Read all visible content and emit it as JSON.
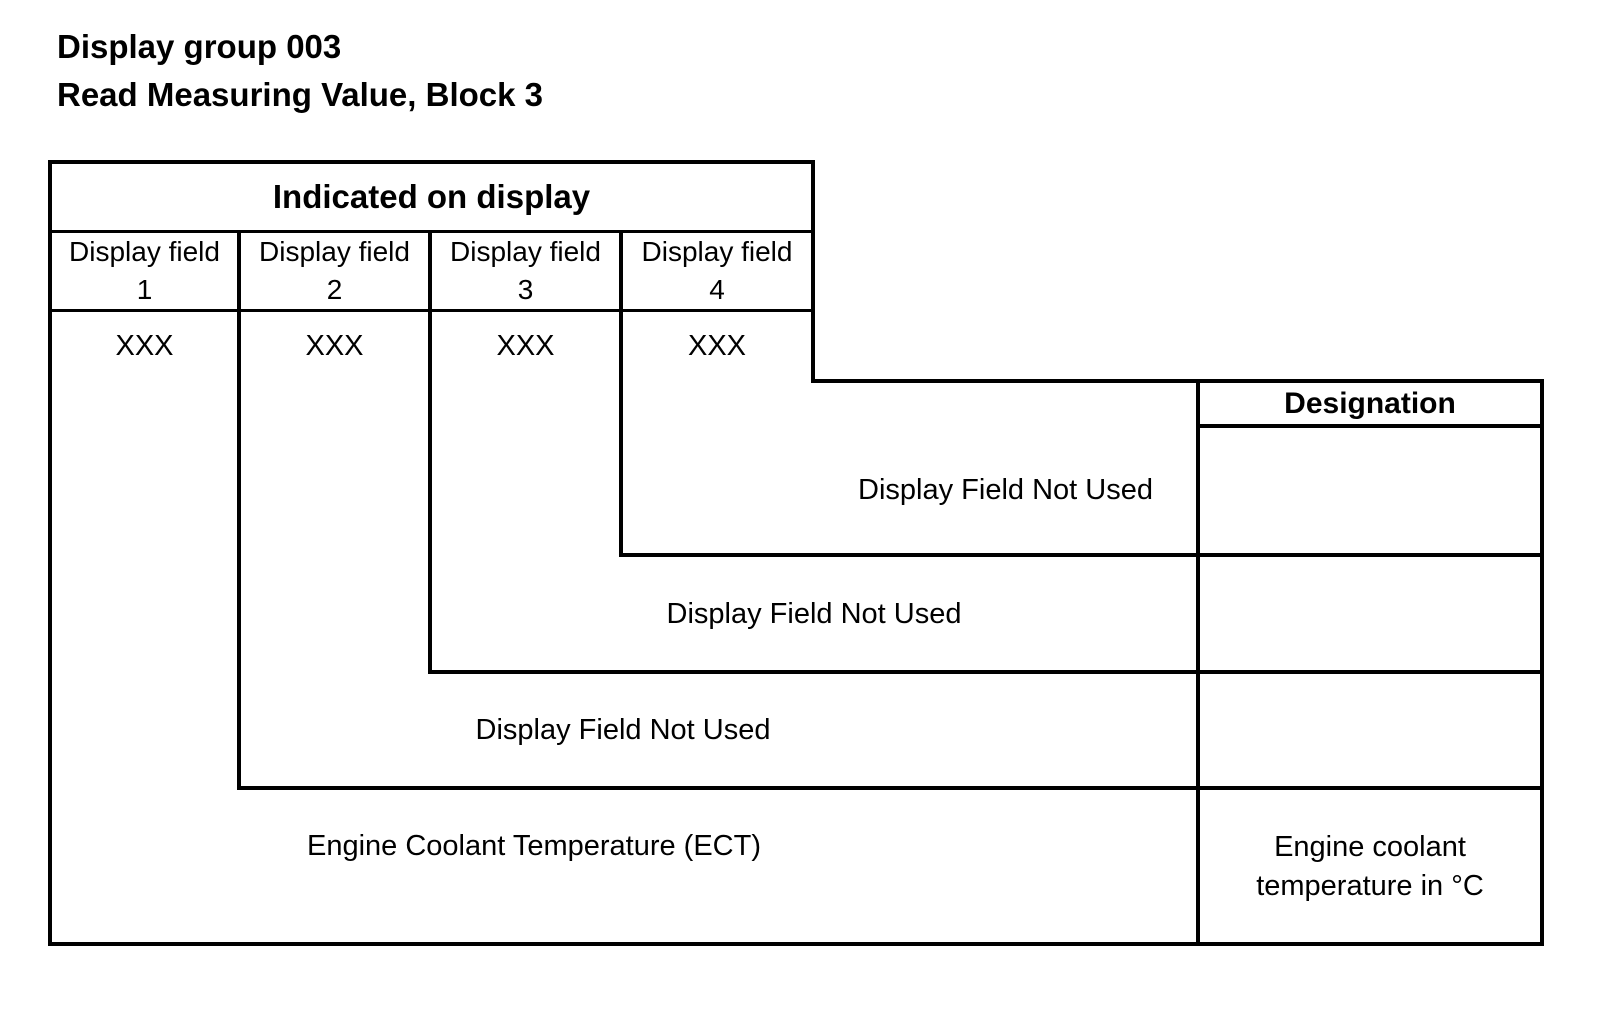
{
  "title": {
    "line1": "Display group 003",
    "line2": "Read Measuring Value, Block 3"
  },
  "table": {
    "indicated_header": "Indicated on display",
    "display_fields": [
      {
        "label": "Display field",
        "number": "1",
        "value": "XXX"
      },
      {
        "label": "Display field",
        "number": "2",
        "value": "XXX"
      },
      {
        "label": "Display field",
        "number": "3",
        "value": "XXX"
      },
      {
        "label": "Display field",
        "number": "4",
        "value": "XXX"
      }
    ],
    "designation_header": "Designation",
    "rows": [
      {
        "field": "4",
        "description": "Display Field Not Used",
        "designation": ""
      },
      {
        "field": "3",
        "description": "Display Field Not Used",
        "designation": ""
      },
      {
        "field": "2",
        "description": "Display Field Not Used",
        "designation": ""
      },
      {
        "field": "1",
        "description": "Engine Coolant Temperature (ECT)",
        "designation_line1": "Engine coolant",
        "designation_line2": "temperature in °C"
      }
    ]
  }
}
